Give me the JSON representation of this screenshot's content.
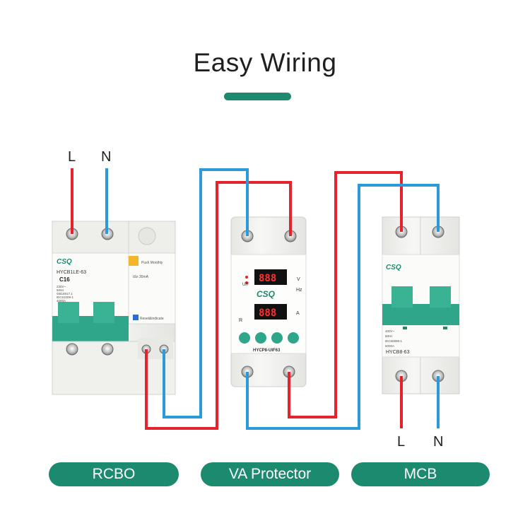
{
  "header": {
    "title": "Easy Wiring"
  },
  "terminals": {
    "input_l": "L",
    "input_n": "N",
    "output_l": "L",
    "output_n": "N"
  },
  "devices": {
    "rcbo": {
      "brand": "CSQ",
      "model": "HYCB1LE-63",
      "rating": "C16",
      "specs": [
        "230V~",
        "50Hz",
        "GB16917.1",
        "IEC61009-1",
        "4000A"
      ],
      "trip_note": "IΔn 30mA",
      "push_label": "Push Monthly",
      "reset_label": "Reset&indicate"
    },
    "va_protector": {
      "brand": "CSQ",
      "model": "HYCP8-UIF63",
      "upper_display": "888",
      "lower_display": "888",
      "label_uif": "U/F",
      "unit_v": "V",
      "unit_hz": "Hz",
      "unit_a": "A",
      "label_r": "R"
    },
    "mcb": {
      "brand": "CSQ",
      "model": "HYCB8-63",
      "specs": [
        "400V~",
        "50Hz",
        "IEC60898-1",
        "6000A"
      ]
    }
  },
  "labels": {
    "rcbo": "RCBO",
    "va_protector": "VA Protector",
    "mcb": "MCB"
  },
  "colors": {
    "accent": "#1c8a6f",
    "wire_live": "#e5232b",
    "wire_neutral": "#2a9bd8",
    "device_body": "#f3f3f1",
    "toggle": "#2fa58a"
  }
}
